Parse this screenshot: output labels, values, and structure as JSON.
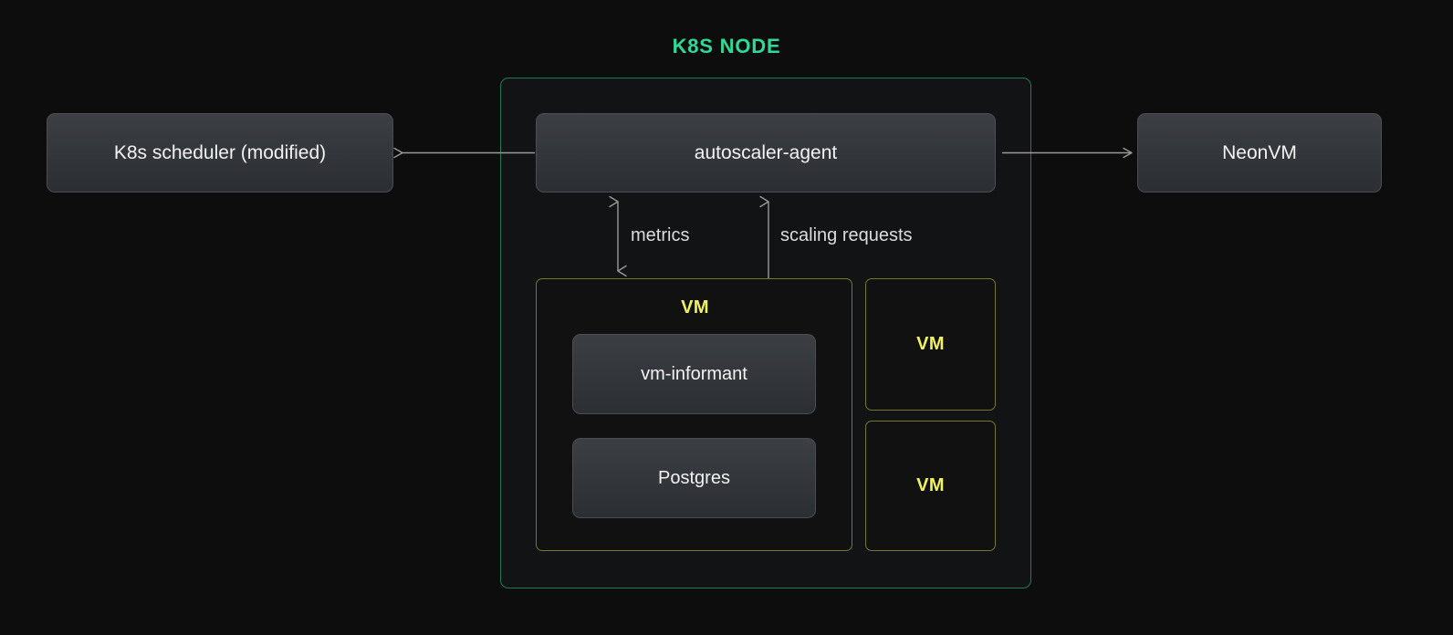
{
  "diagram": {
    "title": "K8S NODE",
    "title_color": "#2fd99a",
    "background_color": "#0d0d0d"
  },
  "node_container": {
    "name": "k8s-node",
    "border_color": "#1f7a5a",
    "fill_color": "#121314"
  },
  "components": {
    "scheduler": {
      "label": "K8s scheduler (modified)"
    },
    "autoscaler": {
      "label": "autoscaler-agent"
    },
    "neonvm": {
      "label": "NeonVM"
    },
    "vm_informant": {
      "label": "vm-informant"
    },
    "postgres": {
      "label": "Postgres"
    }
  },
  "vms": {
    "border_color": "#77762f",
    "label_color": "#f2f25c",
    "main": {
      "label": "VM"
    },
    "small_1": {
      "label": "VM"
    },
    "small_2": {
      "label": "VM"
    }
  },
  "connections": [
    {
      "name": "autoscaler-to-scheduler",
      "label": "",
      "direction": "left",
      "style": "single-arrow"
    },
    {
      "name": "autoscaler-to-neonvm",
      "label": "",
      "direction": "right",
      "style": "single-arrow"
    },
    {
      "name": "metrics",
      "label": "metrics",
      "direction": "bidirectional-vertical",
      "style": "double-arrow"
    },
    {
      "name": "scaling-requests",
      "label": "scaling requests",
      "direction": "bidirectional-vertical",
      "style": "double-arrow"
    }
  ],
  "arrow_labels": {
    "metrics": "metrics",
    "scaling_requests": "scaling requests"
  },
  "colors": {
    "arrow": "#9a9a9a",
    "box_text": "#f2f2f2",
    "label_text": "#dcdcdc"
  }
}
